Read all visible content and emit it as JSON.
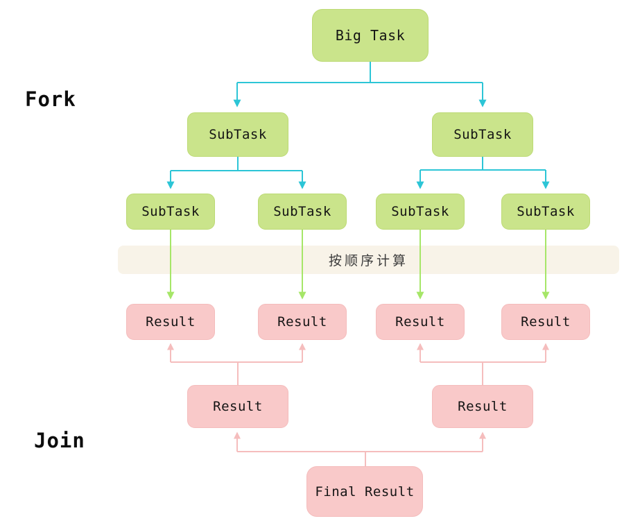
{
  "diagram": {
    "phase_labels": {
      "fork": "Fork",
      "join": "Join"
    },
    "nodes": {
      "big_task": {
        "label": "Big Task"
      },
      "level2": [
        {
          "label": "SubTask"
        },
        {
          "label": "SubTask"
        }
      ],
      "level3": [
        {
          "label": "SubTask"
        },
        {
          "label": "SubTask"
        },
        {
          "label": "SubTask"
        },
        {
          "label": "SubTask"
        }
      ],
      "sequence_band": {
        "label": "按顺序计算"
      },
      "results": [
        {
          "label": "Result"
        },
        {
          "label": "Result"
        },
        {
          "label": "Result"
        },
        {
          "label": "Result"
        }
      ],
      "merged_results": [
        {
          "label": "Result"
        },
        {
          "label": "Result"
        }
      ],
      "final_result": {
        "label": "Final Result"
      }
    },
    "colors": {
      "task_node_fill": "#cae48b",
      "result_node_fill": "#f9c9c9",
      "fork_arrow": "#2cc5d6",
      "compute_arrow": "#a6e668",
      "join_arrow": "#f5bdbd",
      "band_fill": "#f8f3e8"
    }
  }
}
